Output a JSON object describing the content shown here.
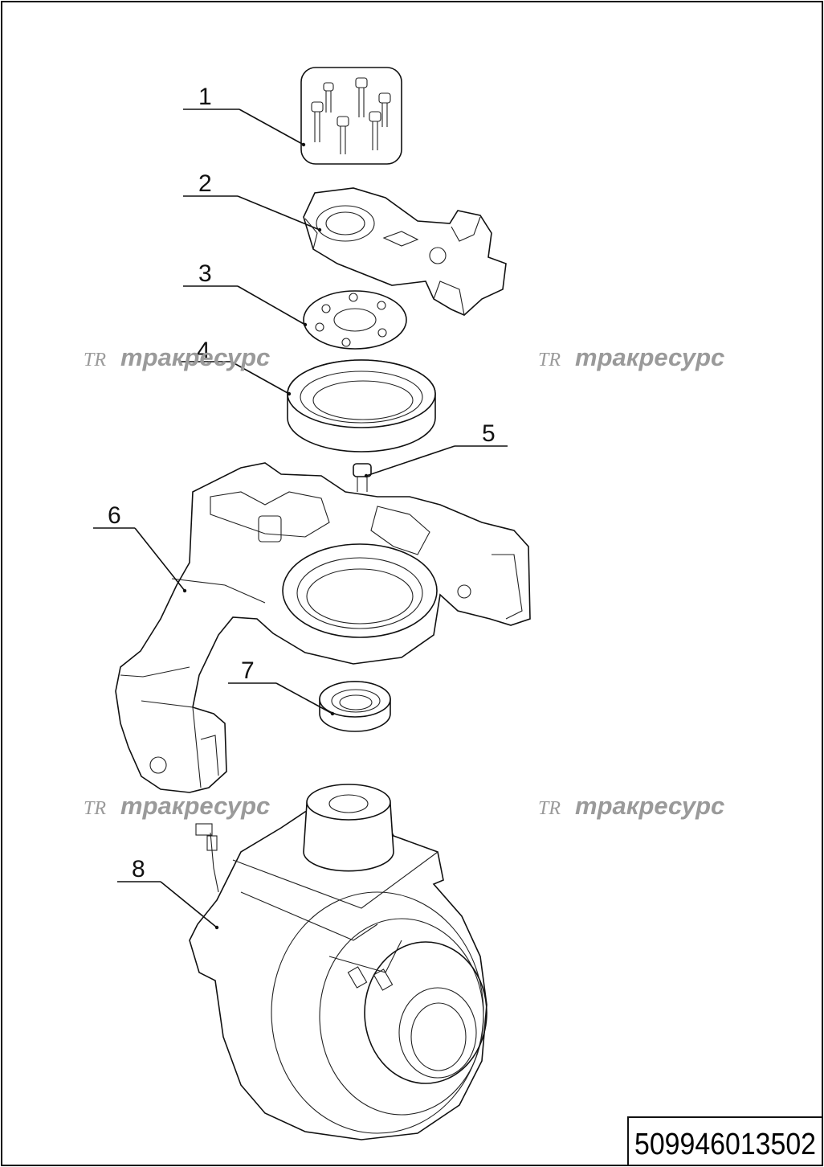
{
  "document": {
    "part_number": "509946013502",
    "watermark": "трακресурс"
  },
  "callouts": [
    {
      "id": "1"
    },
    {
      "id": "2"
    },
    {
      "id": "3"
    },
    {
      "id": "4"
    },
    {
      "id": "5"
    },
    {
      "id": "6"
    },
    {
      "id": "7"
    },
    {
      "id": "8"
    }
  ],
  "watermarks": [
    {
      "logo": "TR",
      "text": "тракресурс"
    },
    {
      "logo": "TR",
      "text": "тракресурс"
    },
    {
      "logo": "TR",
      "text": "тракресурс"
    },
    {
      "logo": "TR",
      "text": "тракресурс"
    }
  ]
}
